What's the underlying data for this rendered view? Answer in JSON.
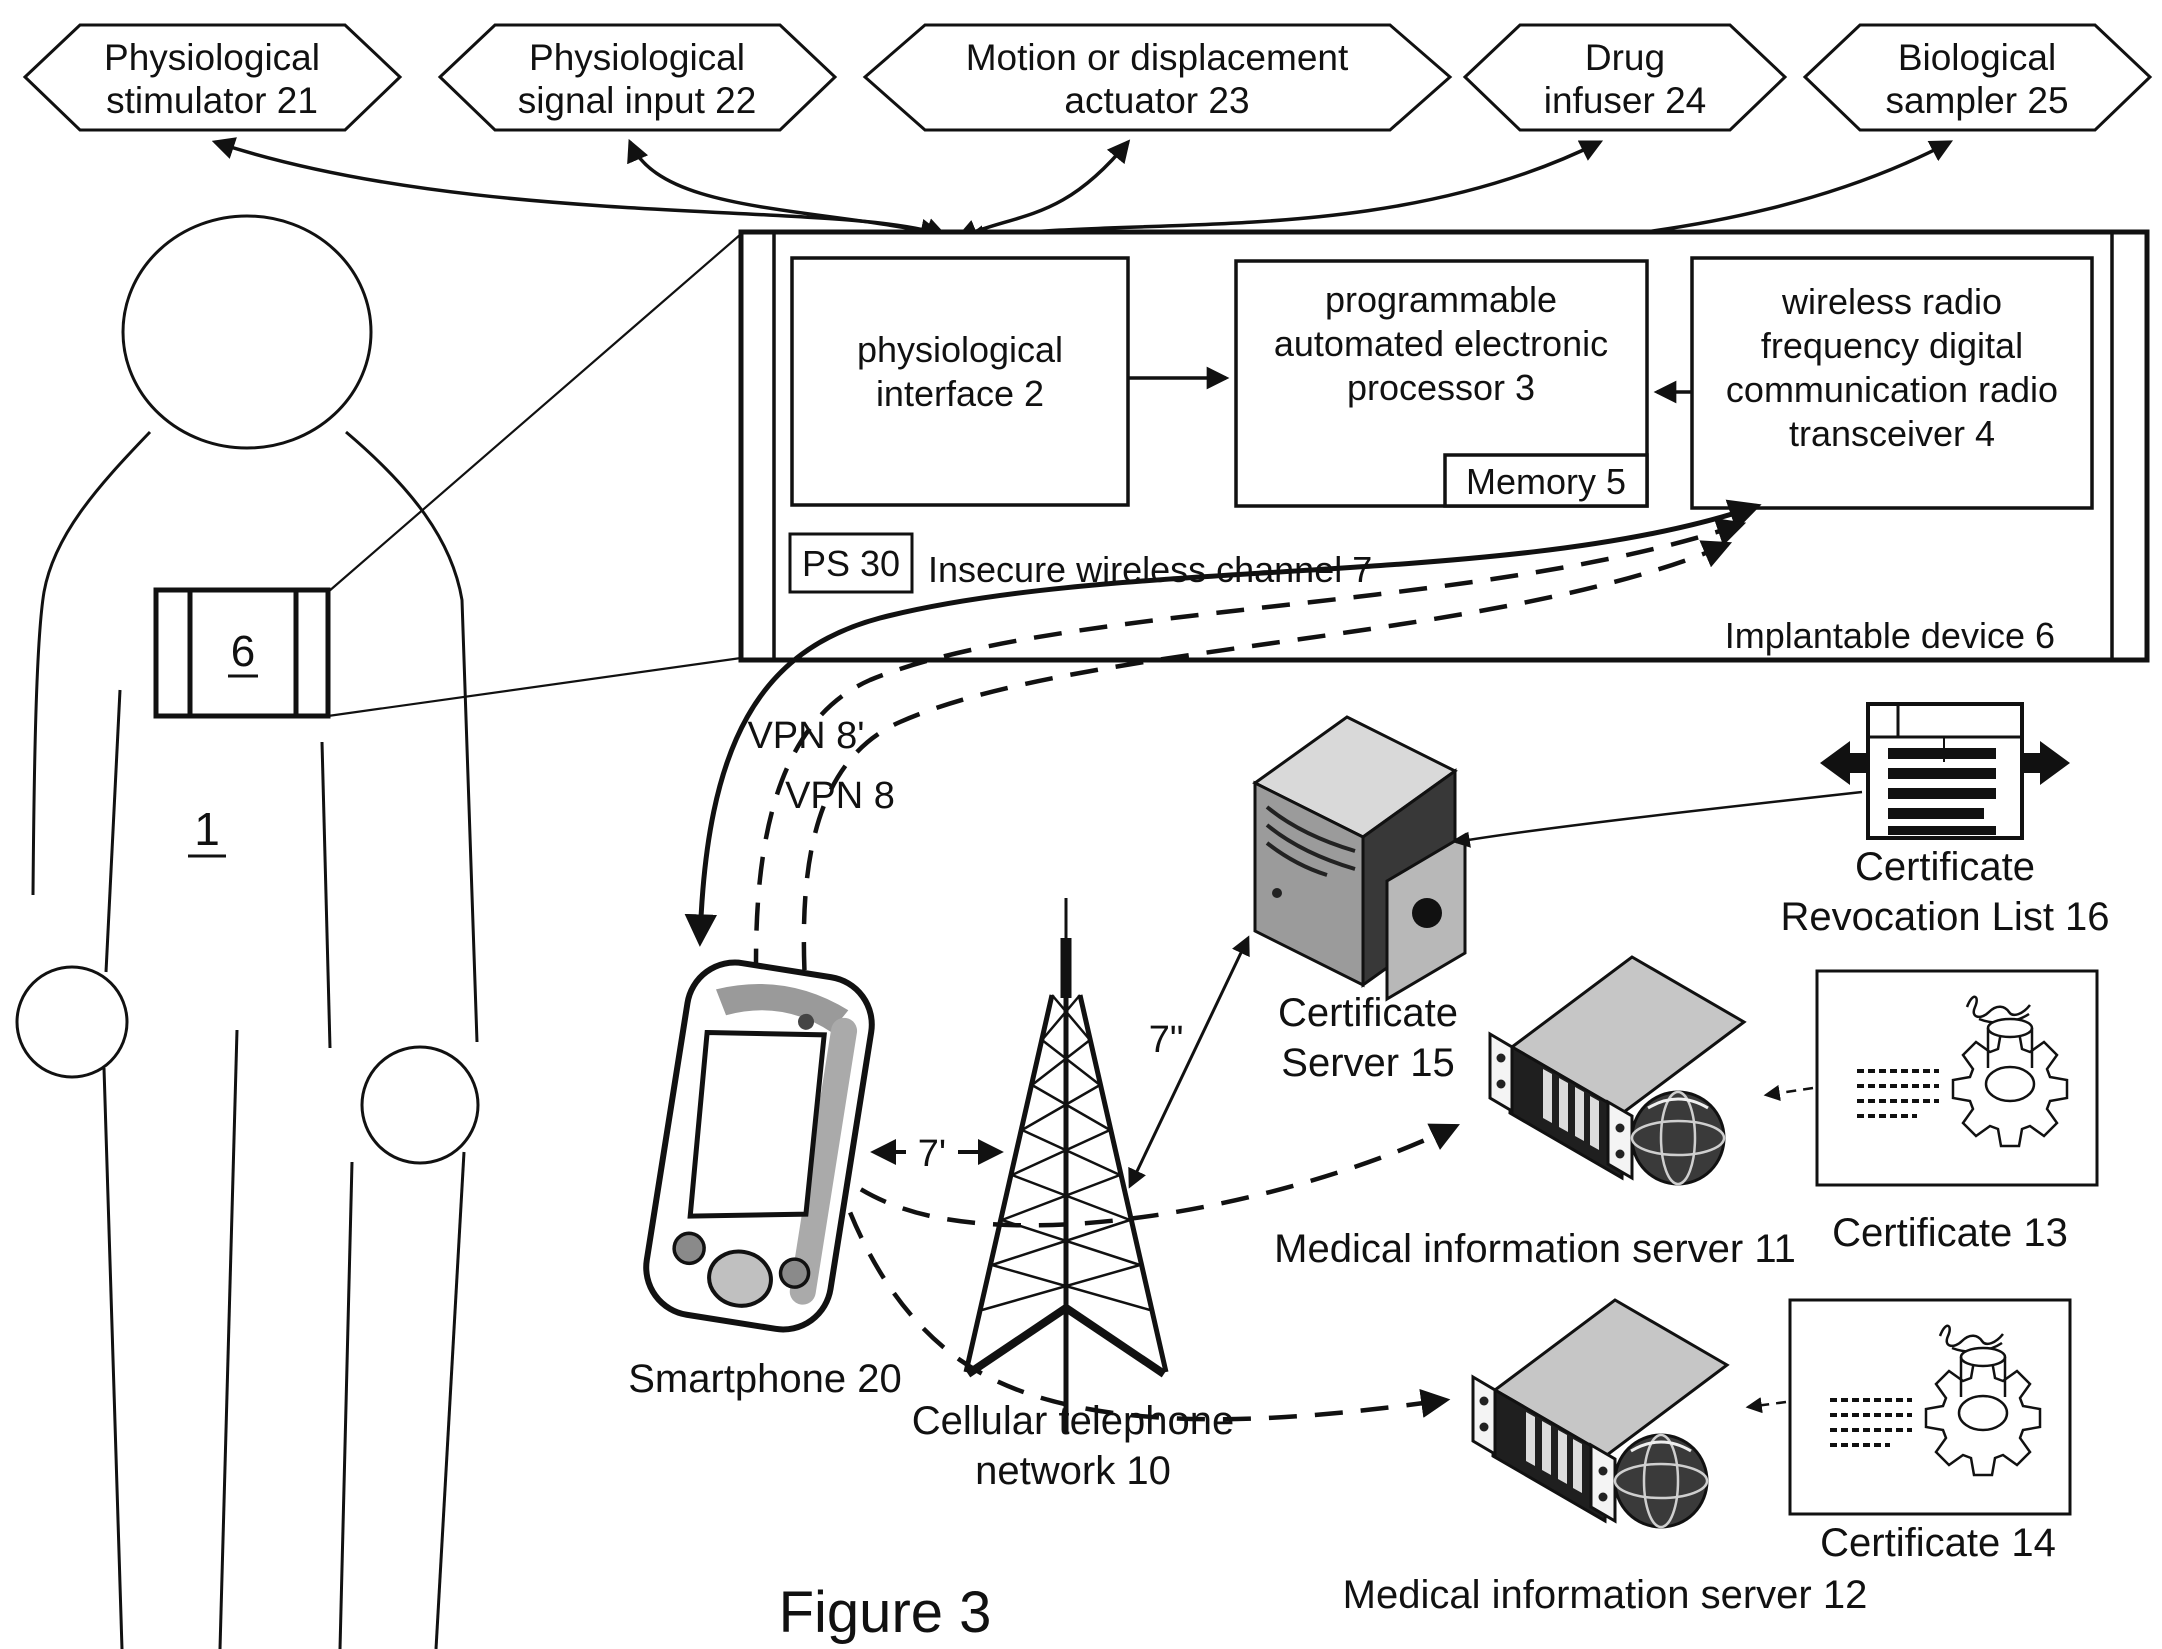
{
  "figure_caption": "Figure 3",
  "hexagons": [
    {
      "lines": [
        "Physiological",
        "stimulator 21"
      ]
    },
    {
      "lines": [
        "Physiological",
        "signal input 22"
      ]
    },
    {
      "lines": [
        "Motion or displacement",
        "actuator 23"
      ]
    },
    {
      "lines": [
        "Drug",
        "infuser 24"
      ]
    },
    {
      "lines": [
        "Biological",
        "sampler 25"
      ]
    }
  ],
  "implant": {
    "outer_label": "Implantable device 6",
    "interface_lines": [
      "physiological",
      "interface 2"
    ],
    "processor_lines": [
      "programmable",
      "automated electronic",
      "processor 3"
    ],
    "memory_label": "Memory 5",
    "transceiver_lines": [
      "wireless radio",
      "frequency digital",
      "communication radio",
      "transceiver 4"
    ],
    "ps_label": "PS 30",
    "channel_label": "Insecure wireless channel 7"
  },
  "patient": {
    "body_label": "1",
    "device_label": "6"
  },
  "connections": {
    "vpn8_prime": "VPN 8'",
    "vpn8": "VPN 8",
    "link_7_prime": "7'",
    "link_7_doubleprime": "7\""
  },
  "smartphone_label": "Smartphone 20",
  "cellular_lines": [
    "Cellular telephone",
    "network 10"
  ],
  "cert_server_lines": [
    "Certificate",
    "Server 15"
  ],
  "crl_lines": [
    "Certificate",
    "Revocation List 16"
  ],
  "servers": {
    "mis11": "Medical information server 11",
    "mis12": "Medical information server 12",
    "cert13": "Certificate 13",
    "cert14": "Certificate 14"
  }
}
